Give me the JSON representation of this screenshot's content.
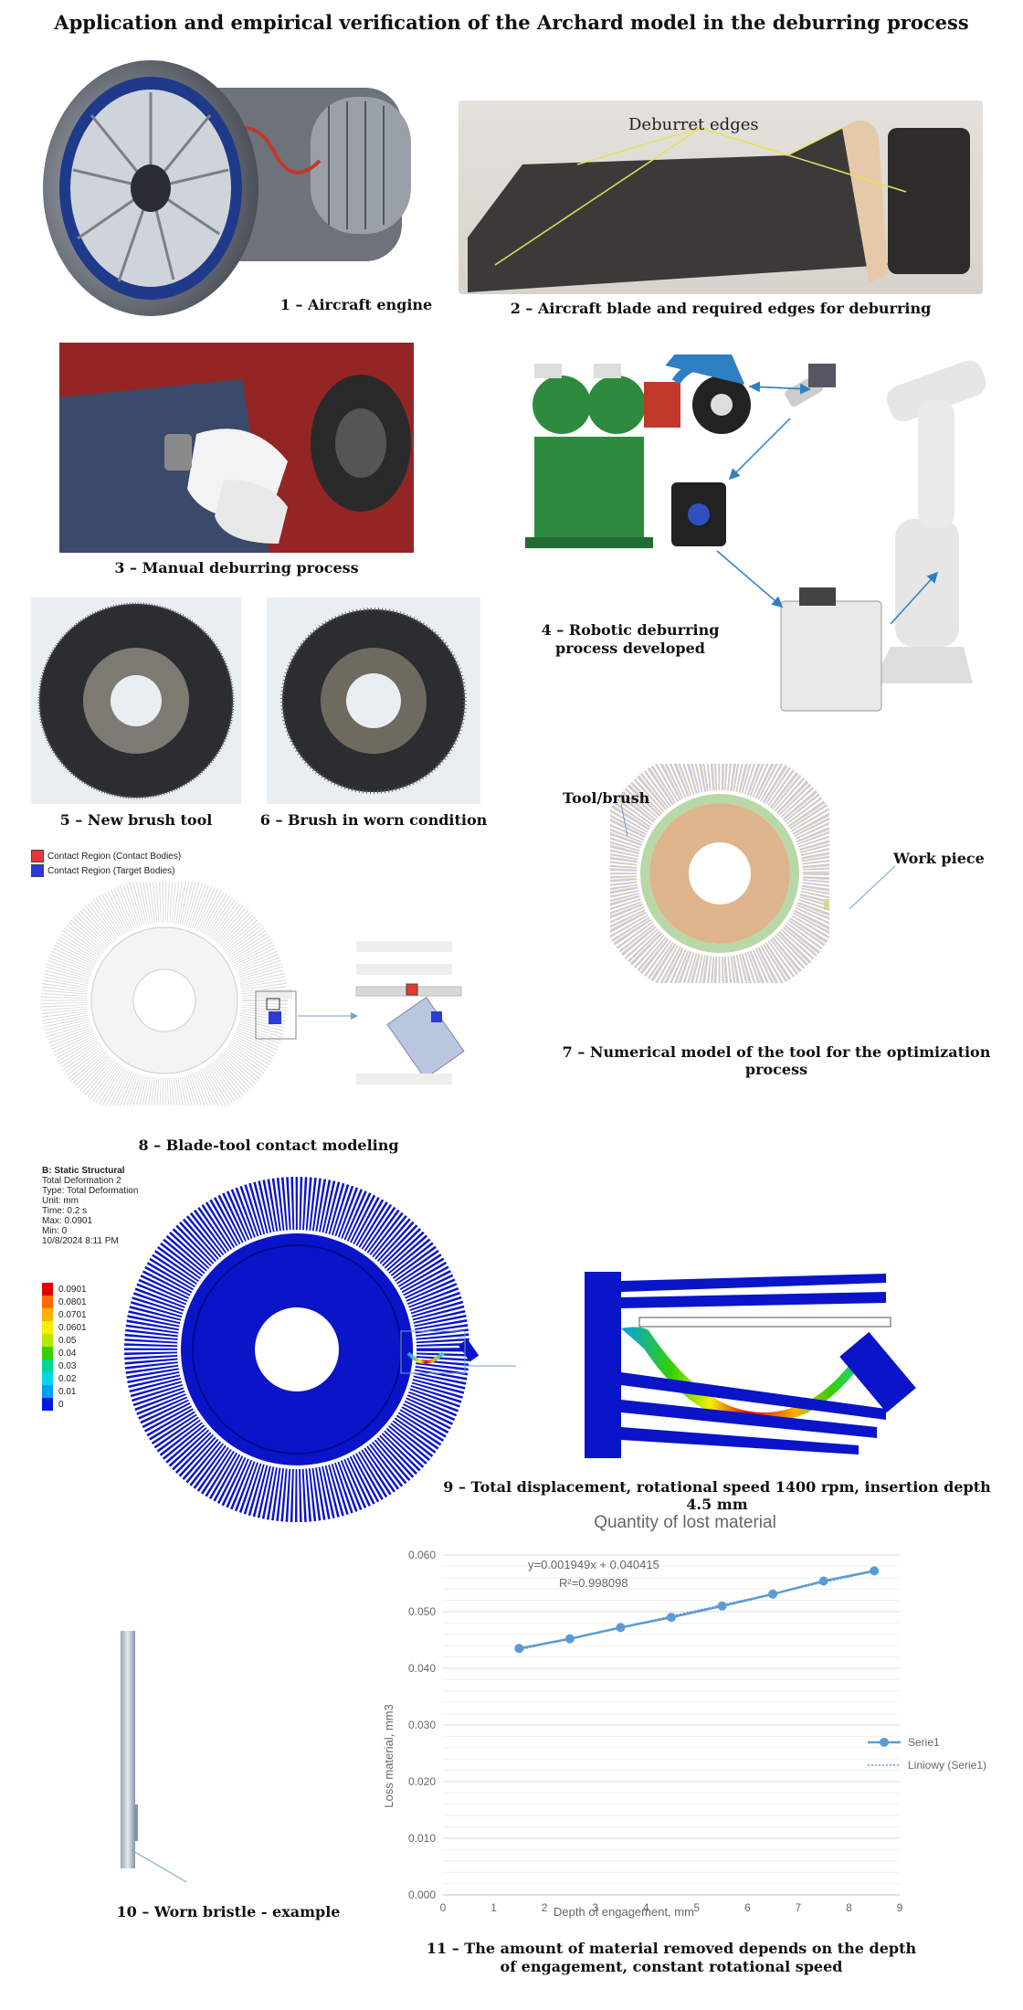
{
  "title": "Application and empirical verification of the Archard model in the deburring process",
  "captions": {
    "c1": "1 – Aircraft engine",
    "c2": "2 – Aircraft blade and required edges for deburring",
    "c3": "3 – Manual deburring process",
    "c4a": "4 – Robotic deburring",
    "c4b": "process developed",
    "c5": "5 – New brush tool",
    "c6": "6 – Brush in worn condition",
    "c7": "7 – Numerical model of the tool for the optimization process",
    "c8": "8 – Blade-tool contact modeling",
    "c9": "9 – Total displacement, rotational speed 1400 rpm, insertion depth 4.5 mm",
    "c10": "10 – Worn bristle - example",
    "c11a": "11 – The amount of material removed depends on the depth",
    "c11b": "of engagement, constant rotational speed"
  },
  "labels": {
    "deburret_edges": "Deburret edges",
    "tool_brush": "Tool/brush",
    "work_piece": "Work piece"
  },
  "contact_legend": [
    {
      "label": "Contact Region (Contact Bodies)",
      "color": "#e53935"
    },
    {
      "label": "Contact Region (Target Bodies)",
      "color": "#2b3bd6"
    }
  ],
  "fem_info": {
    "lines": [
      "B: Static Structural",
      "Total Deformation 2",
      "Type: Total Deformation",
      "Unit: mm",
      "Time: 0.2 s",
      "Max: 0.0901",
      "Min: 0",
      "10/8/2024 8:11 PM"
    ],
    "scale": [
      {
        "value": "0.0901",
        "color": "#e00000"
      },
      {
        "value": "0.0801",
        "color": "#ff6a00"
      },
      {
        "value": "0.0701",
        "color": "#ffb000"
      },
      {
        "value": "0.0601",
        "color": "#f4f000"
      },
      {
        "value": "0.05",
        "color": "#b8e800"
      },
      {
        "value": "0.04",
        "color": "#36d000"
      },
      {
        "value": "0.03",
        "color": "#00d89a"
      },
      {
        "value": "0.02",
        "color": "#00d8e8"
      },
      {
        "value": "0.01",
        "color": "#00a0f0"
      },
      {
        "value": "0",
        "color": "#0018e0"
      }
    ]
  },
  "colors": {
    "fem_blue": "#0a14c8",
    "series": "#5b9bd5",
    "brush_core": "#deb48c",
    "brush_ring": "#b8d8a8"
  },
  "chart_data": {
    "type": "scatter",
    "title": "Quantity of lost material",
    "xlabel": "Depth of engagement, mm",
    "ylabel": "Loss material, mm3",
    "xlim": [
      0,
      9
    ],
    "ylim": [
      0,
      0.06
    ],
    "xticks": [
      "0",
      "1",
      "2",
      "3",
      "4",
      "5",
      "6",
      "7",
      "8",
      "9"
    ],
    "yticks": [
      "0.000",
      "0.010",
      "0.020",
      "0.030",
      "0.040",
      "0.050",
      "0.060"
    ],
    "grid": true,
    "legend_position": "right",
    "equation": "y=0.001949x + 0.040415",
    "r2": "R²=0.998098",
    "series": [
      {
        "name": "Serie1",
        "x": [
          1.5,
          2.5,
          3.5,
          4.5,
          5.5,
          6.5,
          7.5,
          8.5
        ],
        "y": [
          0.0435,
          0.0452,
          0.0472,
          0.049,
          0.051,
          0.0531,
          0.0554,
          0.0572
        ]
      }
    ],
    "trendline_name": "Liniowy (Serie1)"
  }
}
